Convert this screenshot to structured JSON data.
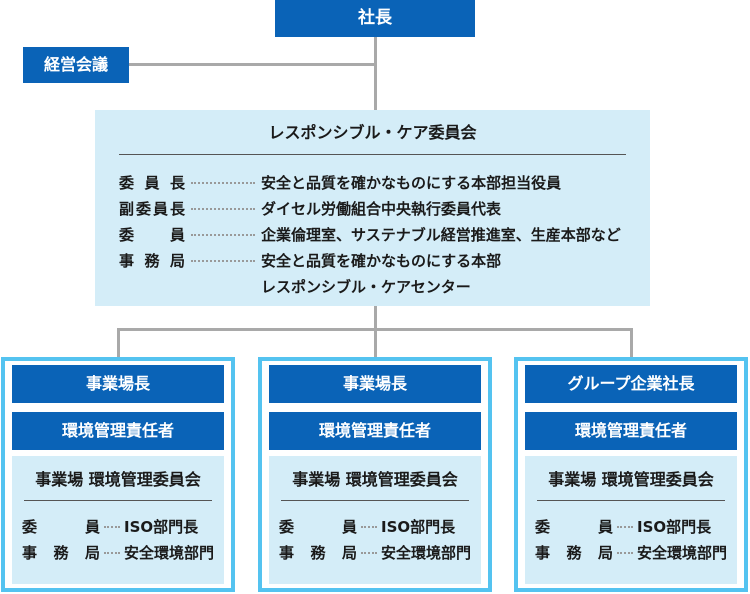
{
  "colors": {
    "dark_blue": "#0a63b7",
    "light_blue": "#d4edf8",
    "cyan_border": "#54c3f0",
    "connector_gray": "#a9a9a9"
  },
  "nodes": {
    "president": "社長",
    "management_council": "経営会議"
  },
  "committee": {
    "title": "レスポンシブル・ケア委員会",
    "rows": [
      {
        "label": "委員長",
        "value": "安全と品質を確かなものにする本部担当役員"
      },
      {
        "label": "副委員長",
        "value": "ダイセル労働組合中央執行委員代表"
      },
      {
        "label": "委員",
        "value": "企業倫理室、サステナブル経営推進室、生産本部など"
      },
      {
        "label": "事務局",
        "value": "安全と品質を確かなものにする本部",
        "value2": "レスポンシブル・ケアセンター"
      }
    ]
  },
  "sites": [
    {
      "head": "事業場長",
      "manager": "環境管理責任者",
      "committee_title": "事業場 環境管理委員会",
      "rows": [
        {
          "label": "委員",
          "value": "ISO部門長"
        },
        {
          "label": "事務局",
          "value": "安全環境部門"
        }
      ]
    },
    {
      "head": "事業場長",
      "manager": "環境管理責任者",
      "committee_title": "事業場 環境管理委員会",
      "rows": [
        {
          "label": "委員",
          "value": "ISO部門長"
        },
        {
          "label": "事務局",
          "value": "安全環境部門"
        }
      ]
    },
    {
      "head": "グループ企業社長",
      "manager": "環境管理責任者",
      "committee_title": "事業場 環境管理委員会",
      "rows": [
        {
          "label": "委員",
          "value": "ISO部門長"
        },
        {
          "label": "事務局",
          "value": "安全環境部門"
        }
      ]
    }
  ]
}
